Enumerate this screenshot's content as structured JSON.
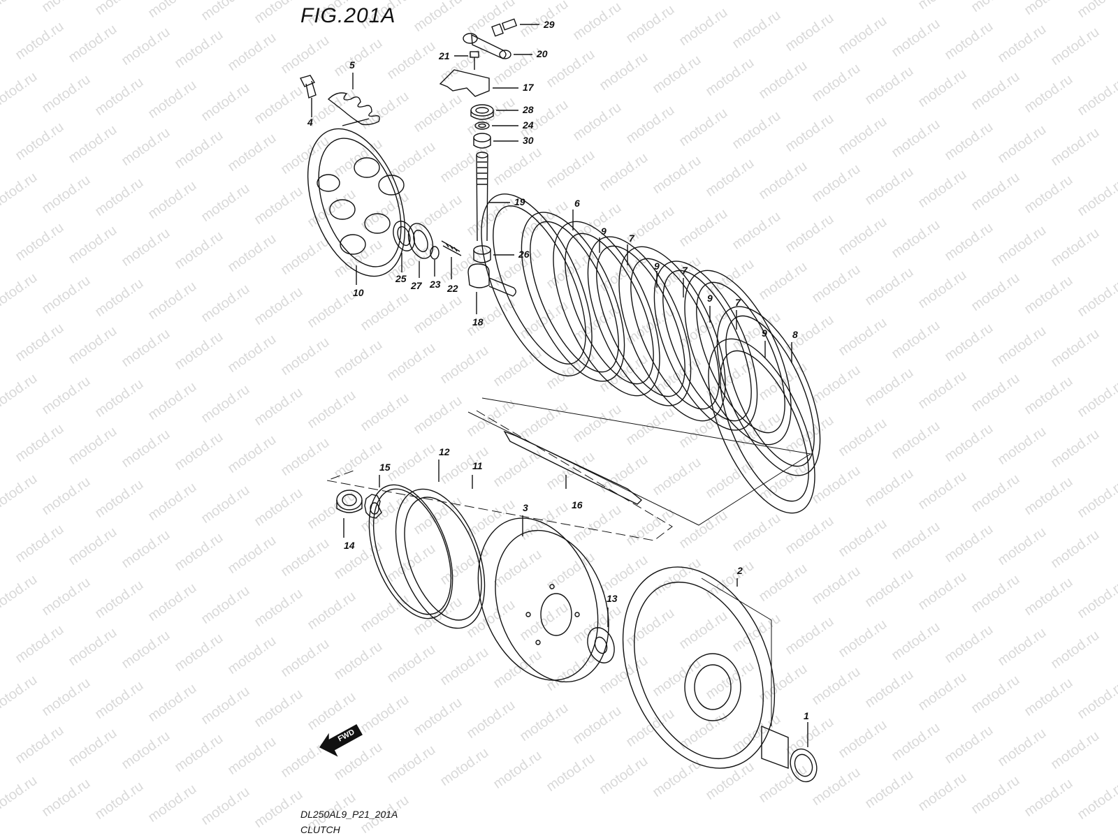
{
  "figure": {
    "title": "FIG.201A",
    "code": "DL250AL9_P21_201A",
    "name": "CLUTCH"
  },
  "watermark": "motod.ru",
  "direction_badge": {
    "label": "FWD",
    "icon": "forward-arrow-icon"
  },
  "parts": [
    {
      "num": "1"
    },
    {
      "num": "2"
    },
    {
      "num": "3"
    },
    {
      "num": "4"
    },
    {
      "num": "5"
    },
    {
      "num": "6"
    },
    {
      "num": "7"
    },
    {
      "num": "8"
    },
    {
      "num": "9"
    },
    {
      "num": "10"
    },
    {
      "num": "11"
    },
    {
      "num": "12"
    },
    {
      "num": "13"
    },
    {
      "num": "14"
    },
    {
      "num": "15"
    },
    {
      "num": "16"
    },
    {
      "num": "17"
    },
    {
      "num": "18"
    },
    {
      "num": "19"
    },
    {
      "num": "20"
    },
    {
      "num": "21"
    },
    {
      "num": "22"
    },
    {
      "num": "23"
    },
    {
      "num": "24"
    },
    {
      "num": "25"
    },
    {
      "num": "26"
    },
    {
      "num": "27"
    },
    {
      "num": "28"
    },
    {
      "num": "29"
    },
    {
      "num": "30"
    }
  ]
}
